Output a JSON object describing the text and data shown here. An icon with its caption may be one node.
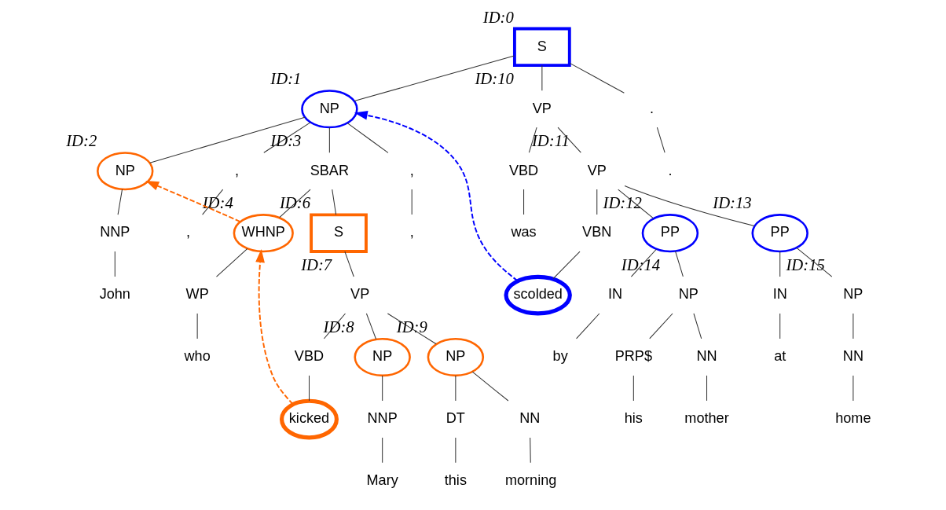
{
  "diagram": {
    "nodes": [
      {
        "text": [
          "S"
        ],
        "beside": [
          "ID:0"
        ]
      },
      {
        "text": [
          "NP"
        ],
        "beside": [
          "ID:1"
        ]
      },
      {
        "text": [
          "VP"
        ],
        "beside": [
          "ID:10"
        ]
      },
      {
        "text": [
          "."
        ]
      },
      {
        "text": [
          "NP"
        ],
        "beside": [
          "ID:2"
        ]
      },
      {
        "text": [
          ","
        ]
      },
      {
        "text": [
          "SBAR"
        ],
        "beside": [
          "ID:3"
        ]
      },
      {
        "text": [
          ","
        ]
      },
      {
        "text": [
          "VBD"
        ]
      },
      {
        "text": [
          "VP"
        ],
        "beside": [
          "ID:11"
        ]
      },
      {
        "text": [
          "."
        ]
      },
      {
        "text": [
          "NNP"
        ]
      },
      {
        "text": [
          ","
        ]
      },
      {
        "text": [
          "WHNP"
        ],
        "beside": [
          "ID:4"
        ]
      },
      {
        "text": [
          "S"
        ],
        "beside": [
          "ID:6"
        ]
      },
      {
        "text": [
          ","
        ]
      },
      {
        "text": [
          "was"
        ]
      },
      {
        "text": [
          "VBN"
        ]
      },
      {
        "text": [
          "PP"
        ],
        "beside": [
          "ID:12"
        ]
      },
      {
        "text": [
          "PP"
        ],
        "beside": [
          "ID:13"
        ]
      },
      {
        "text": [
          "John"
        ]
      },
      {
        "text": [
          "WP"
        ]
      },
      {
        "text": [
          "VP"
        ],
        "beside": [
          "ID:7"
        ]
      },
      {
        "text": [
          "scolded"
        ]
      },
      {
        "text": [
          "IN"
        ]
      },
      {
        "text": [
          "NP"
        ],
        "beside": [
          "ID:14"
        ]
      },
      {
        "text": [
          "IN"
        ]
      },
      {
        "text": [
          "NP"
        ],
        "beside": [
          "ID:15"
        ]
      },
      {
        "text": [
          "who"
        ]
      },
      {
        "text": [
          "VBD"
        ]
      },
      {
        "text": [
          "NP"
        ],
        "beside": [
          "ID:8"
        ]
      },
      {
        "text": [
          "NP"
        ],
        "beside": [
          "ID:9"
        ]
      },
      {
        "text": [
          "by"
        ]
      },
      {
        "text": [
          "PRP$"
        ]
      },
      {
        "text": [
          "NN"
        ]
      },
      {
        "text": [
          "at"
        ]
      },
      {
        "text": [
          "NN"
        ]
      },
      {
        "text": [
          "kicked"
        ]
      },
      {
        "text": [
          "NNP"
        ]
      },
      {
        "text": [
          "DT"
        ]
      },
      {
        "text": [
          "NN"
        ]
      },
      {
        "text": [
          "his"
        ]
      },
      {
        "text": [
          "mother"
        ]
      },
      {
        "text": [
          "home"
        ]
      },
      {
        "text": [
          "Mary"
        ]
      },
      {
        "text": [
          "this"
        ]
      },
      {
        "text": [
          "morning"
        ]
      }
    ],
    "edges": [
      {
        "from": 0,
        "to": 1,
        "arrow": "none"
      },
      {
        "from": 0,
        "to": 2,
        "arrow": "none"
      },
      {
        "from": 0,
        "to": 3,
        "arrow": "none"
      },
      {
        "from": 1,
        "to": 4,
        "arrow": "none"
      },
      {
        "from": 1,
        "to": 5,
        "arrow": "none"
      },
      {
        "from": 1,
        "to": 6,
        "arrow": "none"
      },
      {
        "from": 1,
        "to": 7,
        "arrow": "none"
      },
      {
        "from": 2,
        "to": 8,
        "arrow": "none"
      },
      {
        "from": 2,
        "to": 9,
        "arrow": "none"
      },
      {
        "from": 3,
        "to": 10,
        "arrow": "none"
      },
      {
        "from": 4,
        "to": 11,
        "arrow": "none"
      },
      {
        "from": 5,
        "to": 12,
        "arrow": "none"
      },
      {
        "from": 6,
        "to": 13,
        "arrow": "none"
      },
      {
        "from": 6,
        "to": 14,
        "arrow": "none"
      },
      {
        "from": 7,
        "to": 15,
        "arrow": "none"
      },
      {
        "from": 8,
        "to": 16,
        "arrow": "none"
      },
      {
        "from": 9,
        "to": 17,
        "arrow": "none"
      },
      {
        "from": 9,
        "to": 18,
        "arrow": "none"
      },
      {
        "from": 9,
        "to": 19,
        "arrow": "none"
      },
      {
        "from": 11,
        "to": 20,
        "arrow": "none"
      },
      {
        "from": 13,
        "to": 21,
        "arrow": "none"
      },
      {
        "from": 14,
        "to": 22,
        "arrow": "none"
      },
      {
        "from": 17,
        "to": 23,
        "arrow": "none"
      },
      {
        "from": 18,
        "to": 24,
        "arrow": "none"
      },
      {
        "from": 18,
        "to": 25,
        "arrow": "none"
      },
      {
        "from": 19,
        "to": 26,
        "arrow": "none"
      },
      {
        "from": 19,
        "to": 27,
        "arrow": "none"
      },
      {
        "from": 21,
        "to": 28,
        "arrow": "none"
      },
      {
        "from": 22,
        "to": 29,
        "arrow": "none"
      },
      {
        "from": 22,
        "to": 30,
        "arrow": "none"
      },
      {
        "from": 22,
        "to": 31,
        "arrow": "none"
      },
      {
        "from": 24,
        "to": 32,
        "arrow": "none"
      },
      {
        "from": 25,
        "to": 33,
        "arrow": "none"
      },
      {
        "from": 25,
        "to": 34,
        "arrow": "none"
      },
      {
        "from": 26,
        "to": 35,
        "arrow": "none"
      },
      {
        "from": 27,
        "to": 36,
        "arrow": "none"
      },
      {
        "from": 29,
        "to": 37,
        "arrow": "none"
      },
      {
        "from": 30,
        "to": 38,
        "arrow": "none"
      },
      {
        "from": 31,
        "to": 39,
        "arrow": "none"
      },
      {
        "from": 31,
        "to": 40,
        "arrow": "none"
      },
      {
        "from": 33,
        "to": 41,
        "arrow": "none"
      },
      {
        "from": 34,
        "to": 42,
        "arrow": "none"
      },
      {
        "from": 36,
        "to": 43,
        "arrow": "none"
      },
      {
        "from": 38,
        "to": 44,
        "arrow": "none"
      },
      {
        "from": 39,
        "to": 45,
        "arrow": "none"
      },
      {
        "from": 40,
        "to": 46,
        "arrow": "none"
      },
      {
        "from": 23,
        "to": 1,
        "arrow": "to",
        "style": "dashed",
        "color": "#0000ff"
      },
      {
        "from": 37,
        "to": 13,
        "arrow": "to",
        "style": "dashed",
        "color": "#ff6600"
      },
      {
        "from": 13,
        "to": 4,
        "arrow": "to",
        "style": "dashed",
        "color": "#ff6600"
      }
    ]
  }
}
